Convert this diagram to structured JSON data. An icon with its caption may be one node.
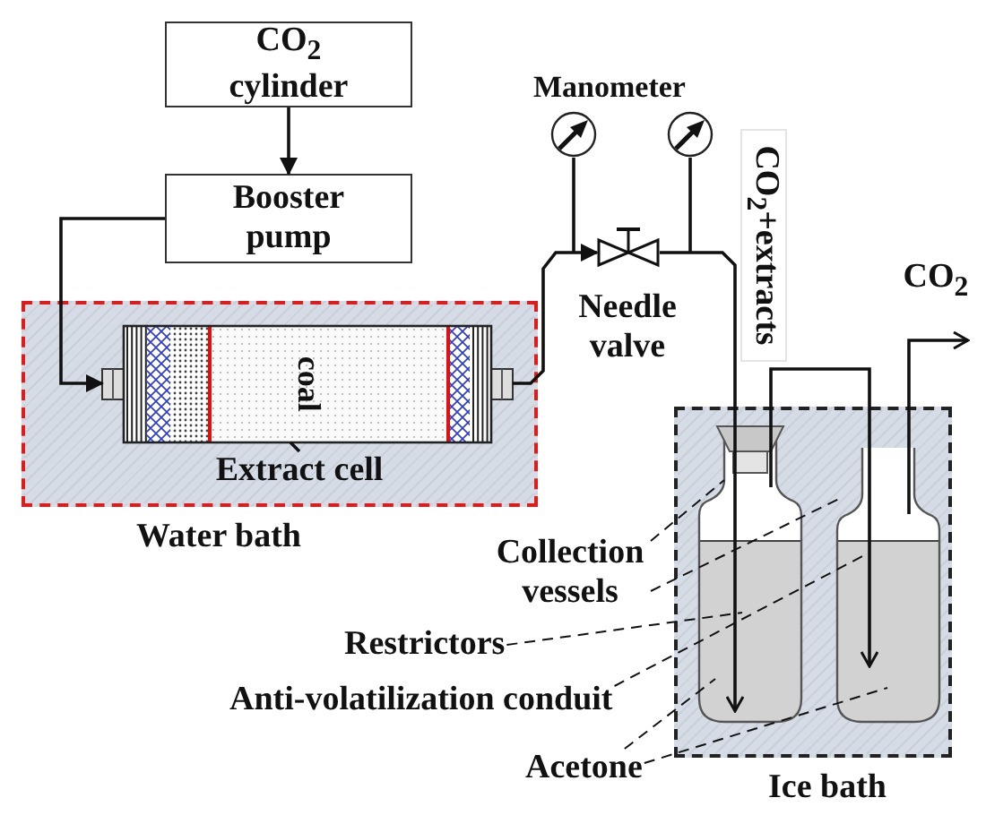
{
  "diagram": {
    "nodes": [
      {
        "text": [
          "CO$_{2}$ cylinder"
        ]
      },
      {
        "text": [
          "Booster pump"
        ]
      },
      {
        "text": [
          "Water bath"
        ]
      },
      {
        "text": [
          "coal"
        ],
        "in": 2
      },
      {
        "text": [
          "Extract cell"
        ],
        "in": 2
      },
      {
        "text": [],
        "shape": "gauge"
      },
      {
        "text": [],
        "shape": "gauge"
      },
      {
        "text": [],
        "shape": "valve",
        "beside": [
          "Needle valve"
        ]
      },
      {
        "text": [
          "Ice bath"
        ]
      },
      {
        "text": [],
        "shape": "bottle",
        "in": 8
      },
      {
        "text": [],
        "shape": "bottle",
        "in": 8
      },
      {
        "text": [
          "Collection vessels"
        ]
      },
      {
        "text": [
          "Restrictors"
        ]
      },
      {
        "text": [
          "Anti-volatilization conduit"
        ]
      },
      {
        "text": [
          "Acetone"
        ]
      }
    ],
    "edges": [
      {
        "from": 0,
        "to": 1,
        "arrow": "to"
      },
      {
        "from": 1,
        "to": 3,
        "arrow": "to"
      },
      {
        "from": 3,
        "to": 7,
        "arrow": "to"
      },
      {
        "from": 7,
        "to": 9,
        "arrow": "to"
      },
      {
        "from": 9,
        "to": 10,
        "arrow": "to"
      },
      {
        "from": 10,
        "to": null,
        "arrow": "to"
      },
      {
        "from": 5,
        "to": null,
        "arrow": "none"
      },
      {
        "from": 6,
        "to": null,
        "arrow": "none"
      },
      {
        "from": 4,
        "to": 3,
        "arrow": "none"
      },
      {
        "from": 11,
        "to": 9,
        "arrow": "none",
        "style": "dashed"
      },
      {
        "from": 11,
        "to": 10,
        "arrow": "none",
        "style": "dashed"
      },
      {
        "from": 12,
        "to": 9,
        "arrow": "none",
        "style": "dashed"
      },
      {
        "from": 13,
        "to": 10,
        "arrow": "none",
        "style": "dashed"
      },
      {
        "from": 14,
        "to": 9,
        "arrow": "none",
        "style": "dashed"
      },
      {
        "from": 14,
        "to": 10,
        "arrow": "none",
        "style": "dashed"
      }
    ],
    "labels": [
      "Manometer",
      "CO$_{2}$+extracts",
      "CO$_{2}$"
    ]
  }
}
